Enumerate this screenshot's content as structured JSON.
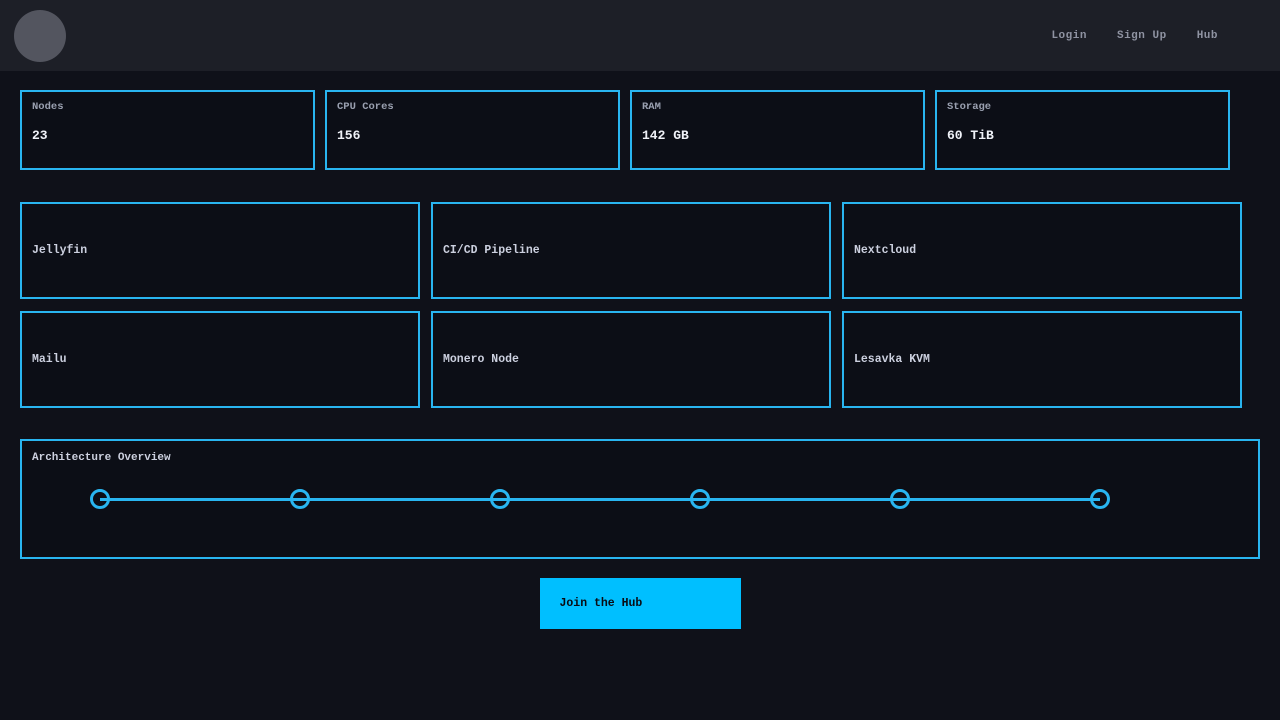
{
  "nav": {
    "links": [
      {
        "label": "Login"
      },
      {
        "label": "Sign Up"
      },
      {
        "label": "Hub"
      }
    ]
  },
  "stats": [
    {
      "label": "Nodes",
      "value": "23"
    },
    {
      "label": "CPU Cores",
      "value": "156"
    },
    {
      "label": "RAM",
      "value": "142 GB"
    },
    {
      "label": "Storage",
      "value": "60 TiB"
    }
  ],
  "services": [
    {
      "name": "Jellyfin"
    },
    {
      "name": "CI/CD Pipeline"
    },
    {
      "name": "Nextcloud"
    },
    {
      "name": "Mailu"
    },
    {
      "name": "Monero Node"
    },
    {
      "name": "Lesavka KVM"
    }
  ],
  "architecture": {
    "title": "Architecture Overview",
    "node_count": 6
  },
  "cta": {
    "label": "Join the Hub"
  },
  "colors": {
    "accent": "#29b5f0",
    "button": "#00bfff",
    "page_background": "#0f1119",
    "nav_background": "#1d1f27",
    "card_background": "#0c0e16"
  }
}
